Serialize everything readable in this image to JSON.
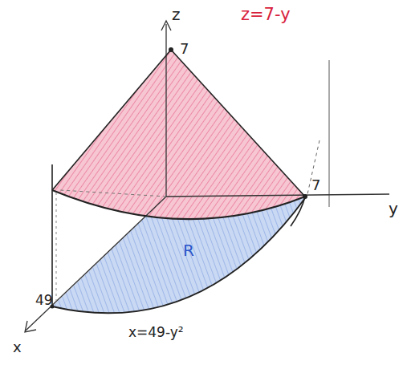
{
  "diagram": {
    "labels": [
      "z",
      "7",
      "z=7-y",
      "7",
      "y",
      "R",
      "49",
      "x=49-y²",
      "x"
    ]
  }
}
